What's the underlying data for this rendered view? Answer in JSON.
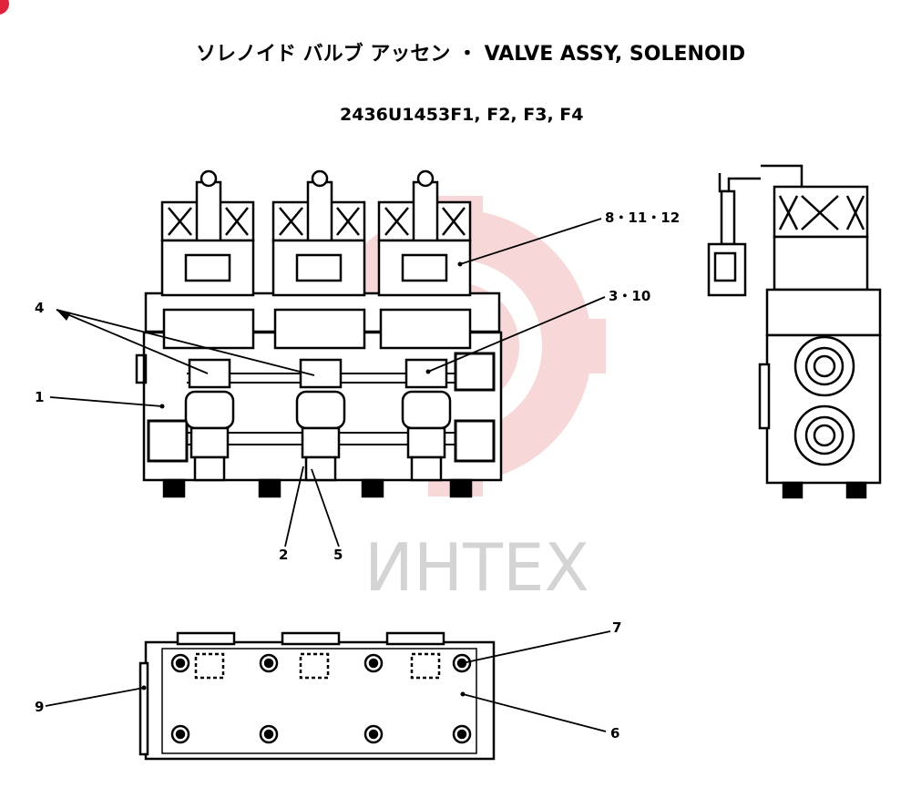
{
  "title": "ソレノイド バルブ アッセン ・ VALVE ASSY, SOLENOID",
  "part_numbers": "2436U1453F1, F2, F3, F4",
  "watermark": "ИНТЕХ",
  "callouts": {
    "c_8_11_12": "8・11・12",
    "c_3_10": "3・10",
    "c_4": "4",
    "c_1": "1",
    "c_2": "2",
    "c_5": "5",
    "c_7": "7",
    "c_6": "6",
    "c_9": "9"
  },
  "colors": {
    "ink": "#000000",
    "watermark": "#f2b8b8",
    "badge": "#e0223a"
  }
}
